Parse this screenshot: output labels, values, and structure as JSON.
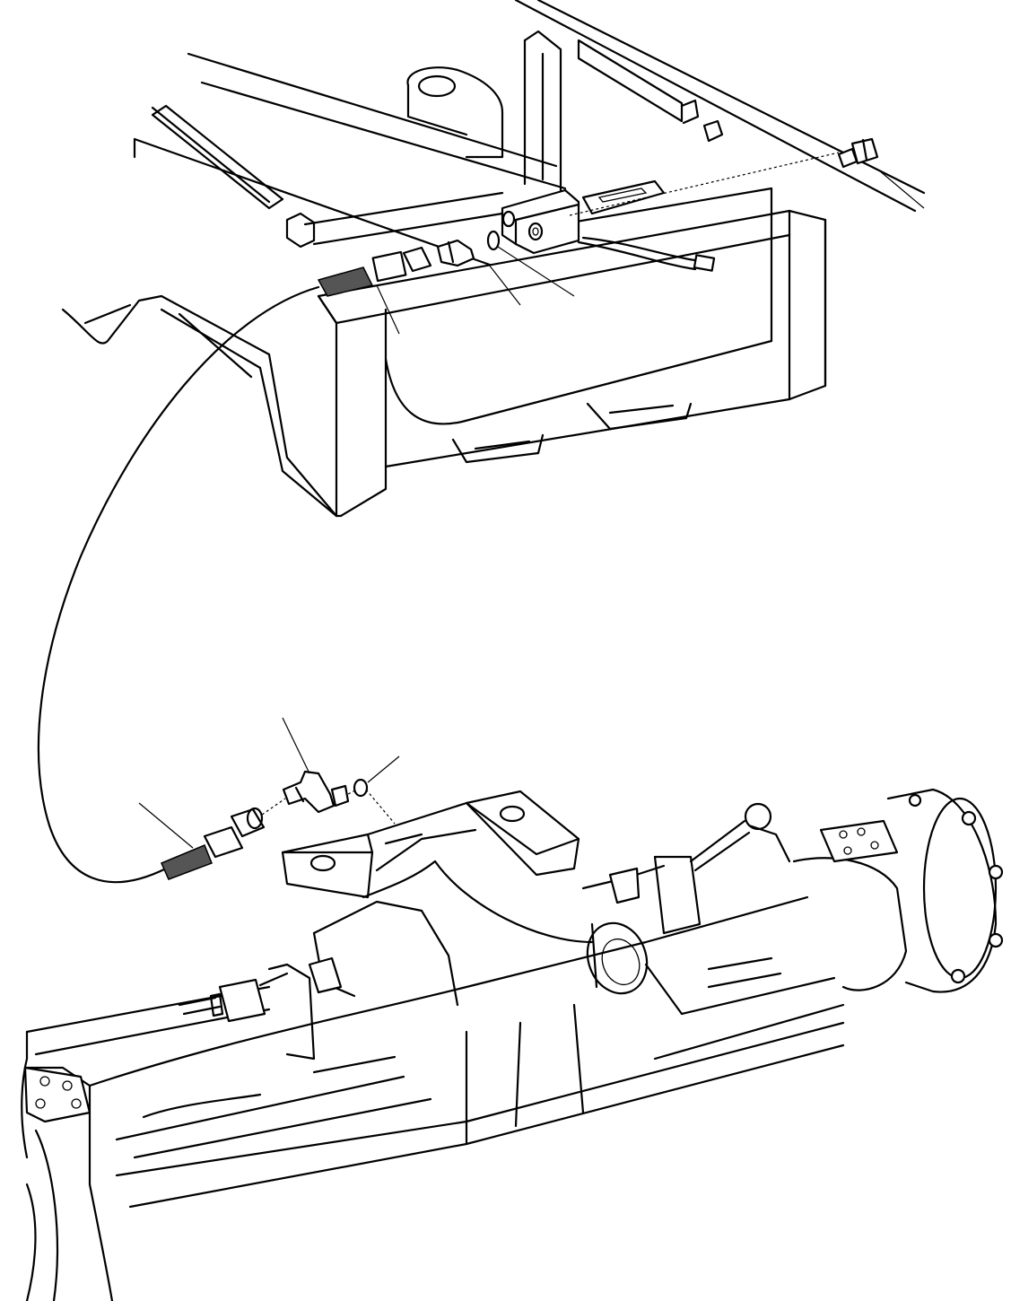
{
  "diagram": {
    "kind": "exploded parts illustration",
    "parts": [
      {
        "id": "frame",
        "icon": "frame-assembly"
      },
      {
        "id": "front-axle",
        "icon": "axle-housing"
      },
      {
        "id": "vent-hose",
        "icon": "hose"
      },
      {
        "id": "hose-fitting-upper",
        "icon": "hose-fitting"
      },
      {
        "id": "nut-upper",
        "icon": "nut"
      },
      {
        "id": "connector-upper",
        "icon": "connector"
      },
      {
        "id": "o-ring-upper",
        "icon": "o-ring"
      },
      {
        "id": "block",
        "icon": "mounting-block"
      },
      {
        "id": "breather",
        "icon": "breather-plug"
      },
      {
        "id": "hose-fitting-lower",
        "icon": "hose-fitting"
      },
      {
        "id": "elbow",
        "icon": "elbow-fitting"
      },
      {
        "id": "o-ring-lower",
        "icon": "o-ring"
      }
    ]
  }
}
